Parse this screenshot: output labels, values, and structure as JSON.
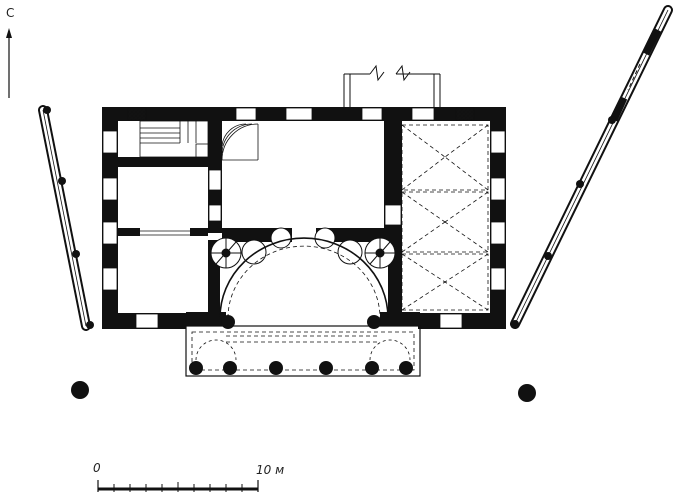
{
  "north_label": "С",
  "scale": {
    "zero_label": "0",
    "end_label": "10 м"
  }
}
